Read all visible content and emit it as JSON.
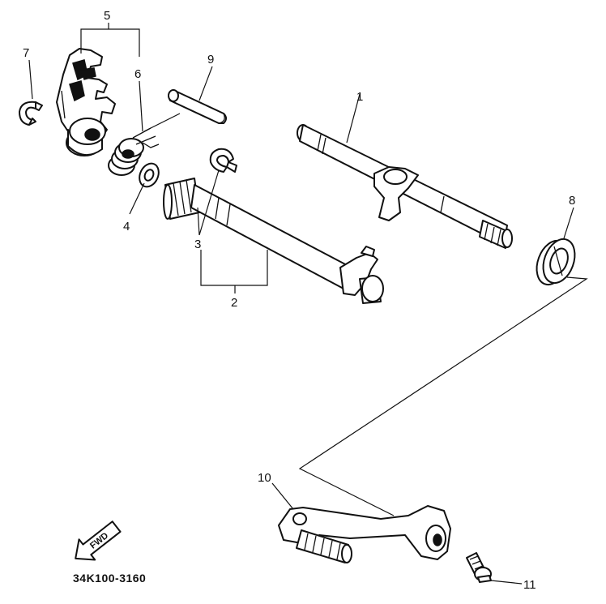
{
  "callouts": {
    "c1": "1",
    "c2": "2",
    "c3": "3",
    "c4": "4",
    "c5": "5",
    "c6": "6",
    "c7": "7",
    "c8": "8",
    "c9": "9",
    "c10": "10",
    "c11": "11"
  },
  "direction_label": "FWD",
  "diagram_code": "34K100-3160"
}
